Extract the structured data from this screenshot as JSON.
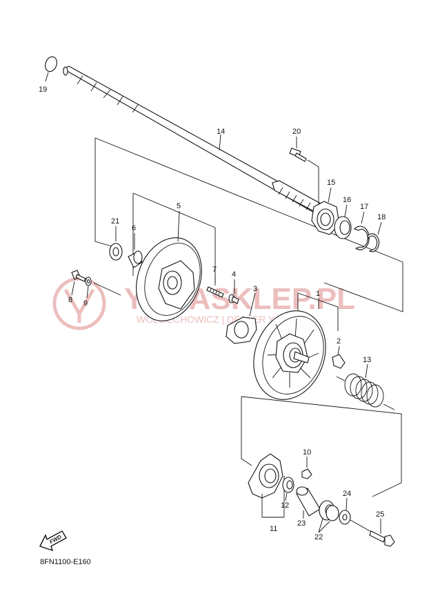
{
  "diagram_code": "8FN1100-E160",
  "fwd_label": "FWD",
  "watermark": {
    "brand": "YAMASKLEP.PL",
    "tagline": "WOLLIECHOWICZ | DEALER YAMAHA"
  },
  "callouts": {
    "p1": "1",
    "p2": "2",
    "p3": "3",
    "p4": "4",
    "p5": "5",
    "p6": "6",
    "p7": "7",
    "p8": "8",
    "p9": "9",
    "p10": "10",
    "p11": "11",
    "p12": "12",
    "p13": "13",
    "p14": "14",
    "p15": "15",
    "p16": "16",
    "p17": "17",
    "p18": "18",
    "p19": "19",
    "p20": "20",
    "p21": "21",
    "p22": "22",
    "p23": "23",
    "p24": "24",
    "p25": "25"
  },
  "colors": {
    "ink": "#111111",
    "watermark": "#e9b3b3"
  }
}
